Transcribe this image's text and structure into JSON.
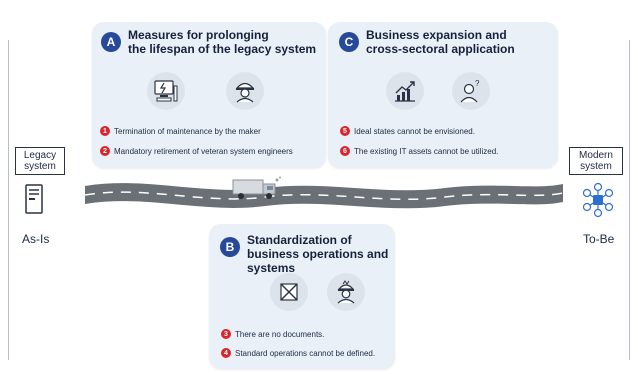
{
  "left": {
    "label": "Legacy\nsystem",
    "caption": "As-Is",
    "icon": "server-tower-icon"
  },
  "right": {
    "label": "Modern\nsystem",
    "caption": "To-Be",
    "icon": "network-hub-icon"
  },
  "cards": {
    "a": {
      "letter": "A",
      "title": "Measures for prolonging\nthe lifespan of the legacy system",
      "icons": [
        "computer-error-icon",
        "veteran-engineer-icon"
      ],
      "items": [
        {
          "num": "1",
          "text": "Termination of maintenance by the maker"
        },
        {
          "num": "2",
          "text": "Mandatory retirement of veteran system engineers"
        }
      ]
    },
    "b": {
      "letter": "B",
      "title": "Standardization of\nbusiness operations and systems",
      "icons": [
        "no-documents-icon",
        "confused-worker-icon"
      ],
      "items": [
        {
          "num": "3",
          "text": "There are no documents."
        },
        {
          "num": "4",
          "text": "Standard operations cannot be defined."
        }
      ]
    },
    "c": {
      "letter": "C",
      "title": "Business expansion and\ncross-sectoral application",
      "icons": [
        "growth-chart-icon",
        "thinking-person-icon"
      ],
      "items": [
        {
          "num": "5",
          "text": "Ideal states cannot be envisioned."
        },
        {
          "num": "6",
          "text": "The existing IT assets cannot be utilized."
        }
      ]
    }
  },
  "colors": {
    "badge": "#27499a",
    "number": "#d9252c",
    "card": "#eaf0f7",
    "road": "#6b6f76"
  }
}
